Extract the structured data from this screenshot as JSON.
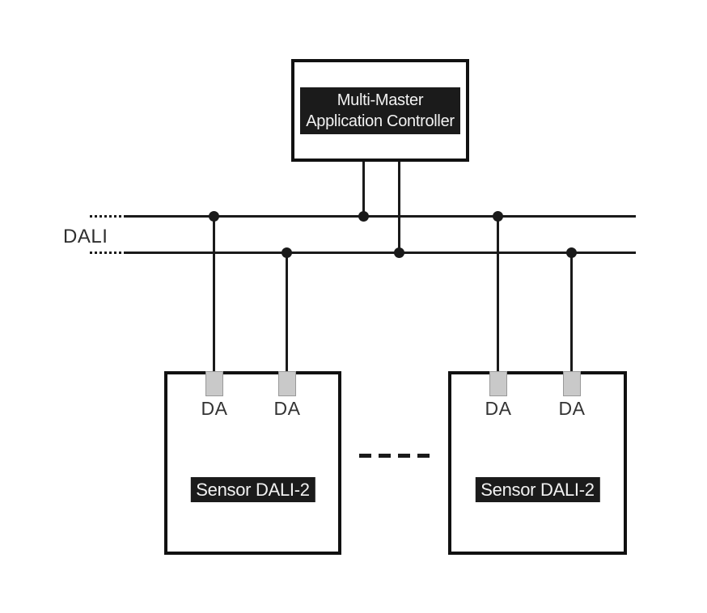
{
  "diagram": {
    "controller": {
      "label_line1": "Multi-Master",
      "label_line2": "Application Controller"
    },
    "bus": {
      "label": "DALI"
    },
    "sensors": [
      {
        "label": "Sensor DALI-2",
        "terminals": [
          "DA",
          "DA"
        ]
      },
      {
        "label": "Sensor DALI-2",
        "terminals": [
          "DA",
          "DA"
        ]
      }
    ],
    "continuation_dashes": "- - - -",
    "colors": {
      "line": "#1a1a1a",
      "box_border": "#111111",
      "terminal_fill": "#c9c9c9",
      "terminal_border": "#999999",
      "label_bg": "#1b1b1b",
      "label_text": "#f2f2f2",
      "text": "#2e2e2e"
    }
  }
}
